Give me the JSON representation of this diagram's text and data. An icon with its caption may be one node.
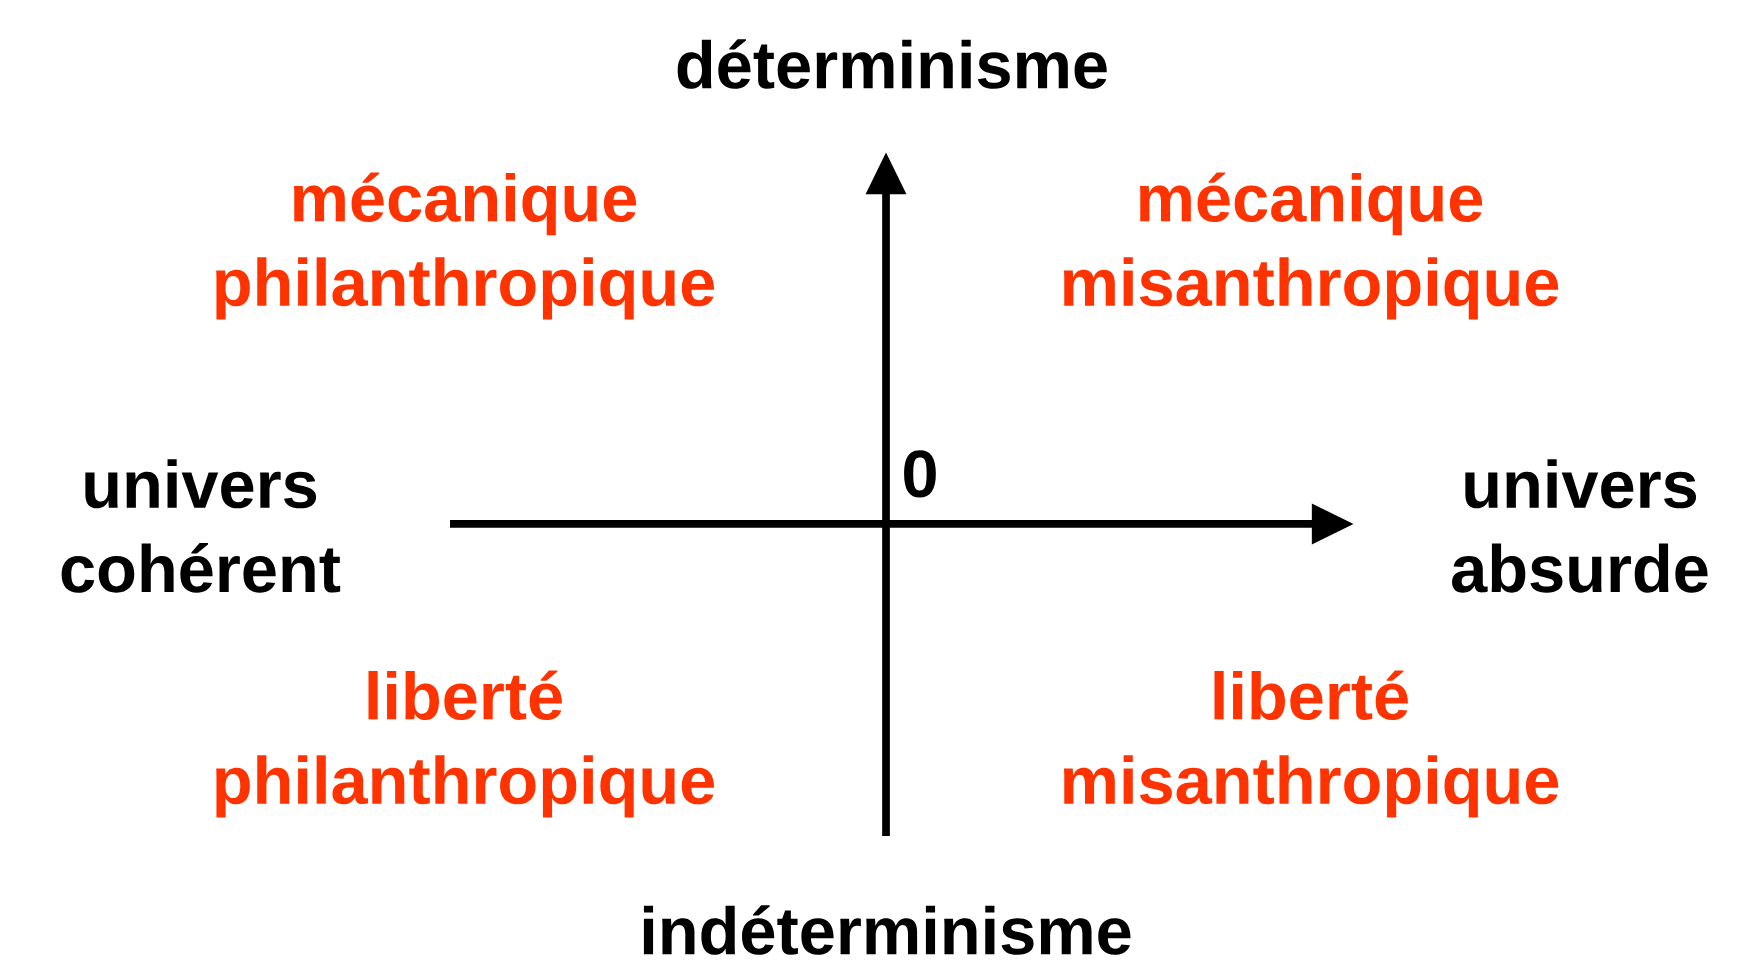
{
  "diagram": {
    "labels": [
      "déterminisme",
      "mécanique philanthropique",
      "mécanique misanthropique",
      "univers cohérent",
      "0",
      "univers absurde",
      "liberté philanthropique",
      "liberté misanthropique",
      "indéterminisme"
    ]
  }
}
